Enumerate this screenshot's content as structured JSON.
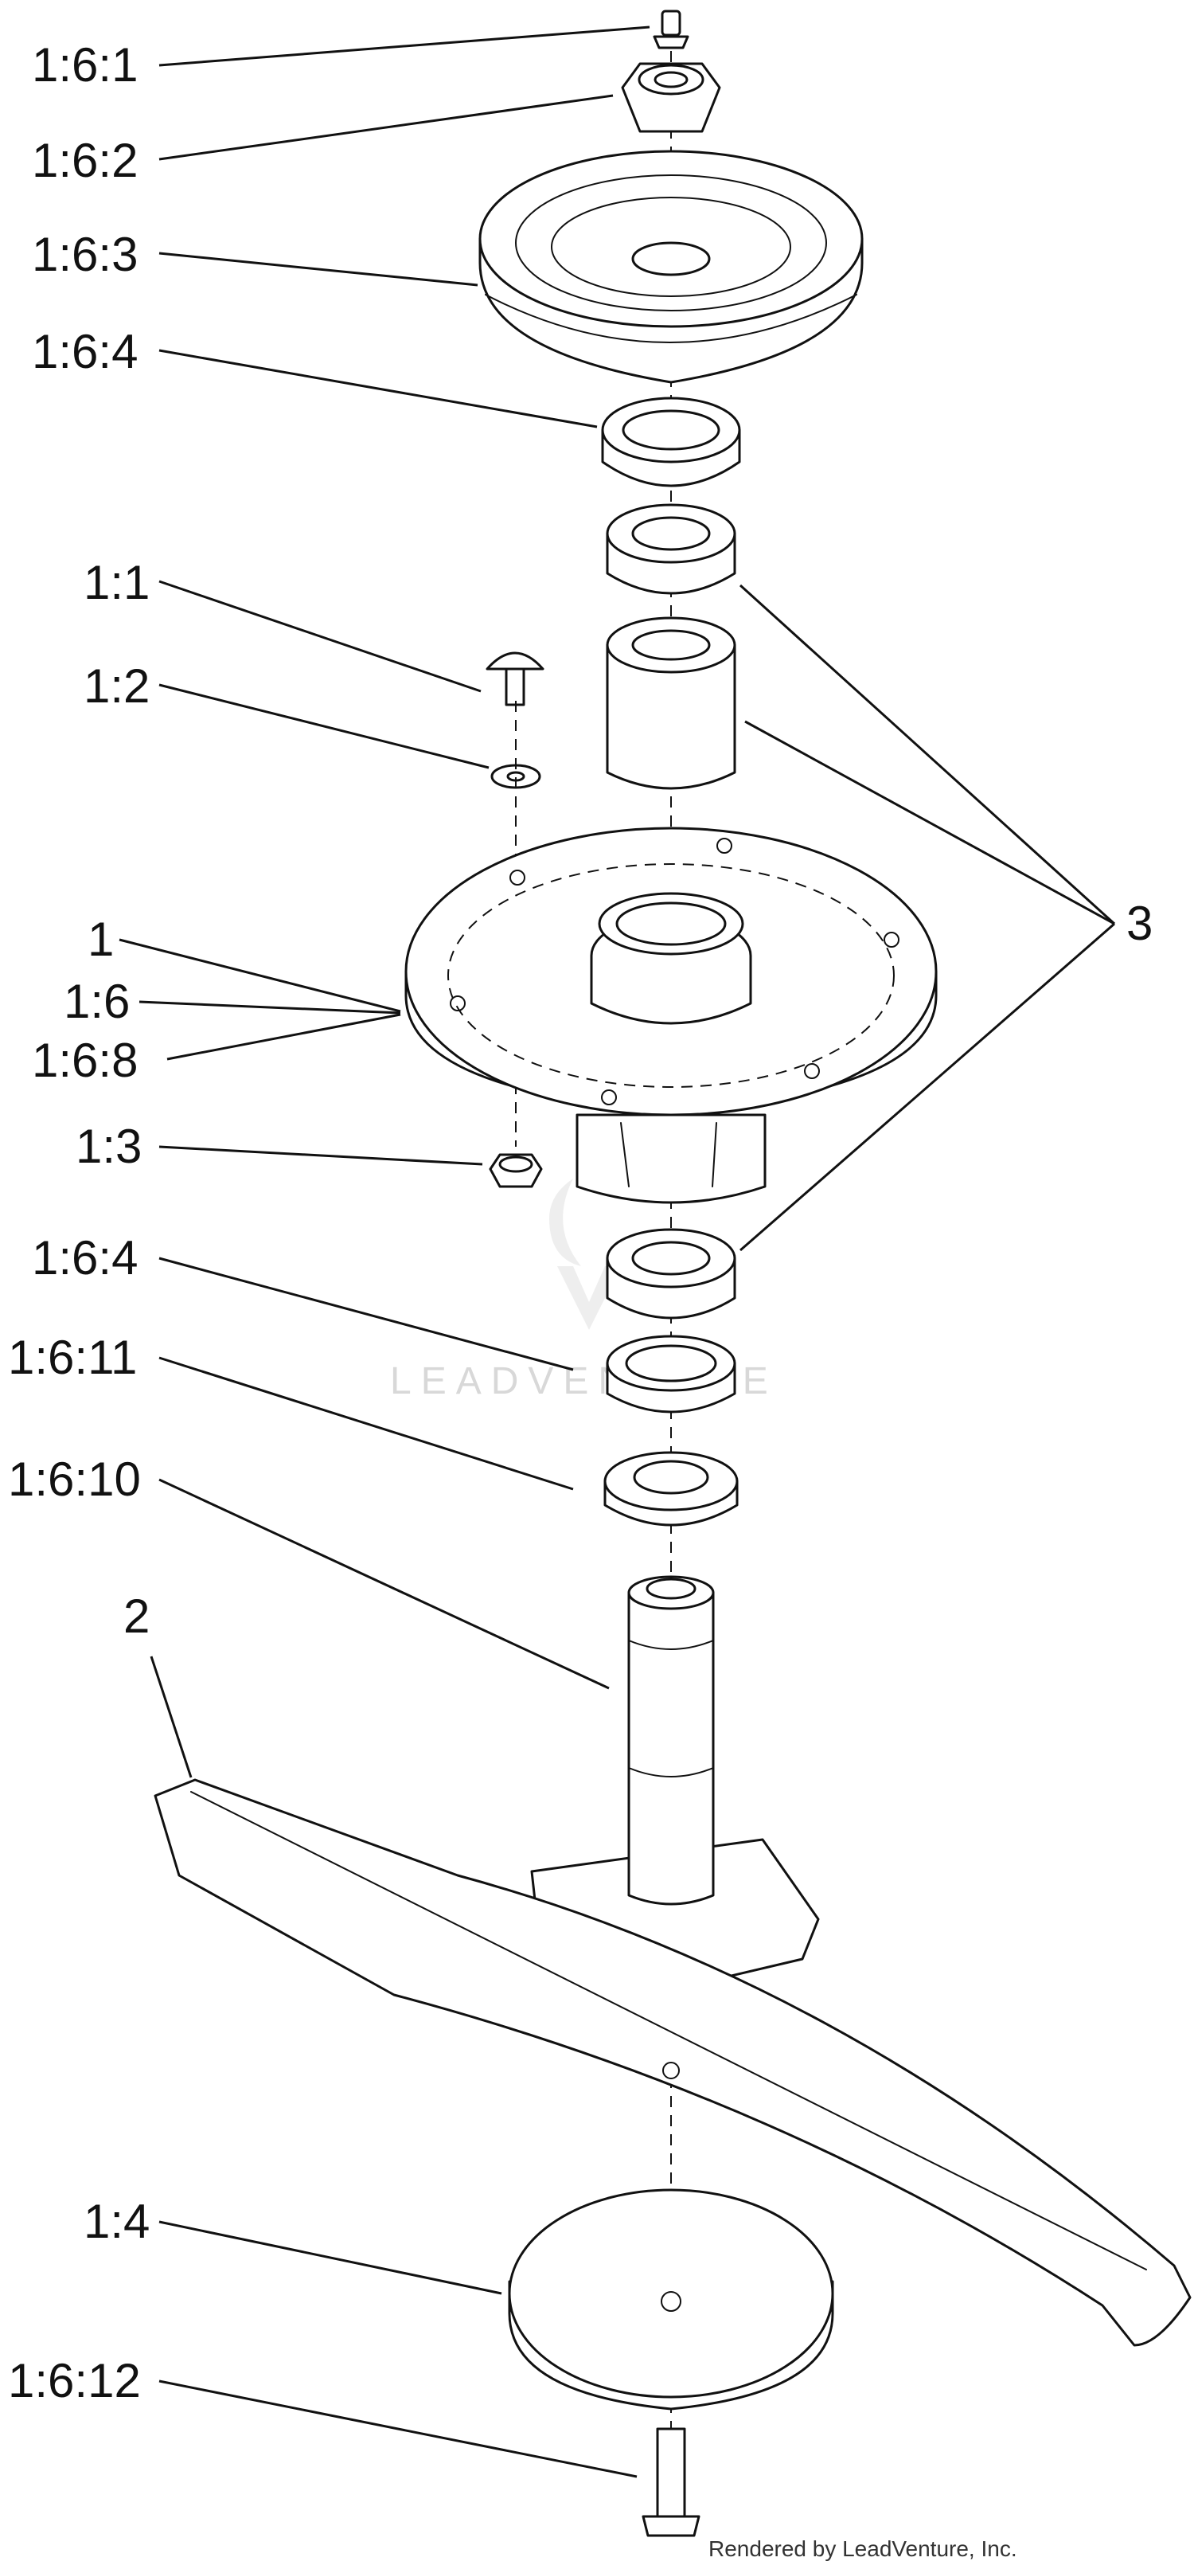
{
  "callouts": [
    {
      "id": "c-1-6-1",
      "label": "1:6:1"
    },
    {
      "id": "c-1-6-2",
      "label": "1:6:2"
    },
    {
      "id": "c-1-6-3",
      "label": "1:6:3"
    },
    {
      "id": "c-1-6-4a",
      "label": "1:6:4"
    },
    {
      "id": "c-1-1",
      "label": "1:1"
    },
    {
      "id": "c-1-2",
      "label": "1:2"
    },
    {
      "id": "c-3",
      "label": "3"
    },
    {
      "id": "c-1",
      "label": "1"
    },
    {
      "id": "c-1-6",
      "label": "1:6"
    },
    {
      "id": "c-1-6-8",
      "label": "1:6:8"
    },
    {
      "id": "c-1-3",
      "label": "1:3"
    },
    {
      "id": "c-1-6-4b",
      "label": "1:6:4"
    },
    {
      "id": "c-1-6-11",
      "label": "1:6:11"
    },
    {
      "id": "c-1-6-10",
      "label": "1:6:10"
    },
    {
      "id": "c-2",
      "label": "2"
    },
    {
      "id": "c-1-4",
      "label": "1:4"
    },
    {
      "id": "c-1-6-12",
      "label": "1:6:12"
    }
  ],
  "watermark": "LEADVENTURE",
  "credit": "Rendered by LeadVenture, Inc.",
  "colors": {
    "line": "#111111",
    "background": "#ffffff",
    "watermark": "#d8d8d8"
  }
}
